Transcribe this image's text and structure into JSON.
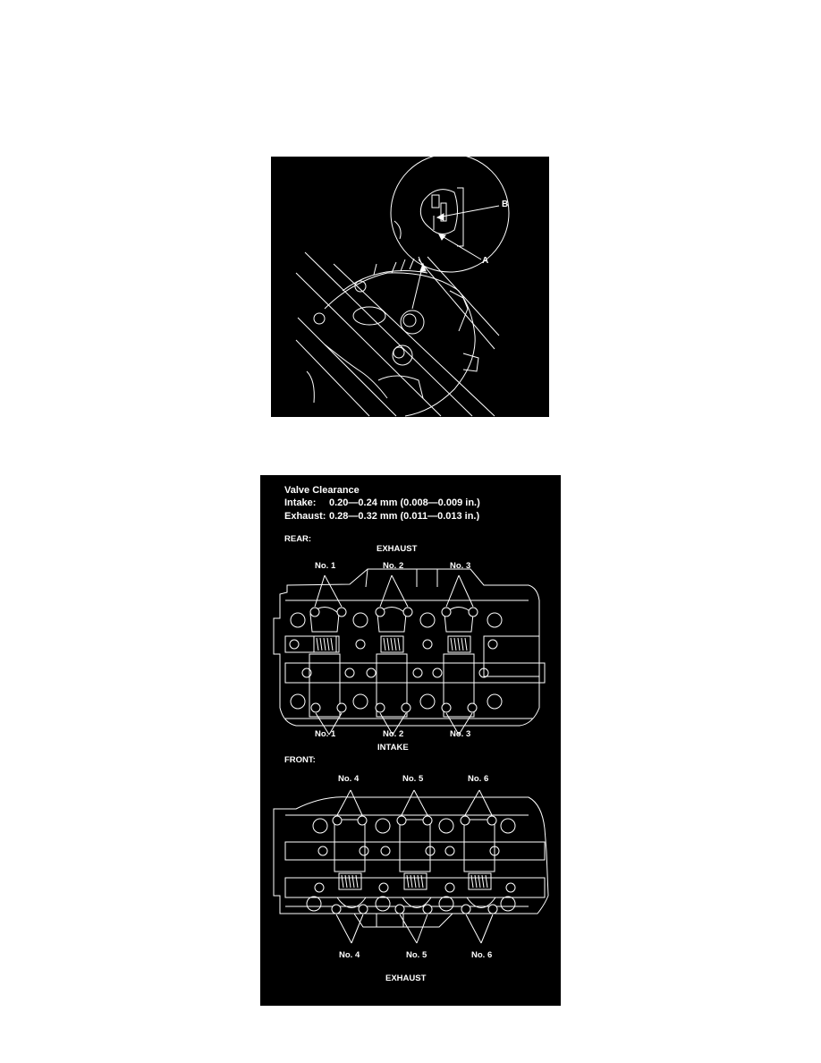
{
  "figures": {
    "top": {
      "description": "Engine timing mark inspection detail",
      "callouts": {
        "a": "A",
        "b": "B"
      }
    },
    "bottom": {
      "description": "Valve clearance adjustment diagram",
      "title": "Valve Clearance",
      "specs": [
        {
          "label": "Intake:",
          "value": "0.20—0.24 mm (0.008—0.009 in.)"
        },
        {
          "label": "Exhaust:",
          "value": "0.28—0.32 mm (0.011—0.013 in.)"
        }
      ],
      "rear": {
        "heading": "REAR:",
        "top_side": "EXHAUST",
        "bottom_side": "INTAKE",
        "top_labels": [
          "No. 1",
          "No. 2",
          "No. 3"
        ],
        "bottom_labels": [
          "No. 1",
          "No. 2",
          "No. 3"
        ]
      },
      "front": {
        "heading": "FRONT:",
        "top_labels": [
          "No. 4",
          "No. 5",
          "No. 6"
        ],
        "bottom_labels": [
          "No. 4",
          "No. 5",
          "No. 6"
        ],
        "bottom_side": "EXHAUST"
      }
    }
  },
  "colors": {
    "background": "#ffffff",
    "figure_bg": "#000000",
    "line": "#ffffff"
  }
}
